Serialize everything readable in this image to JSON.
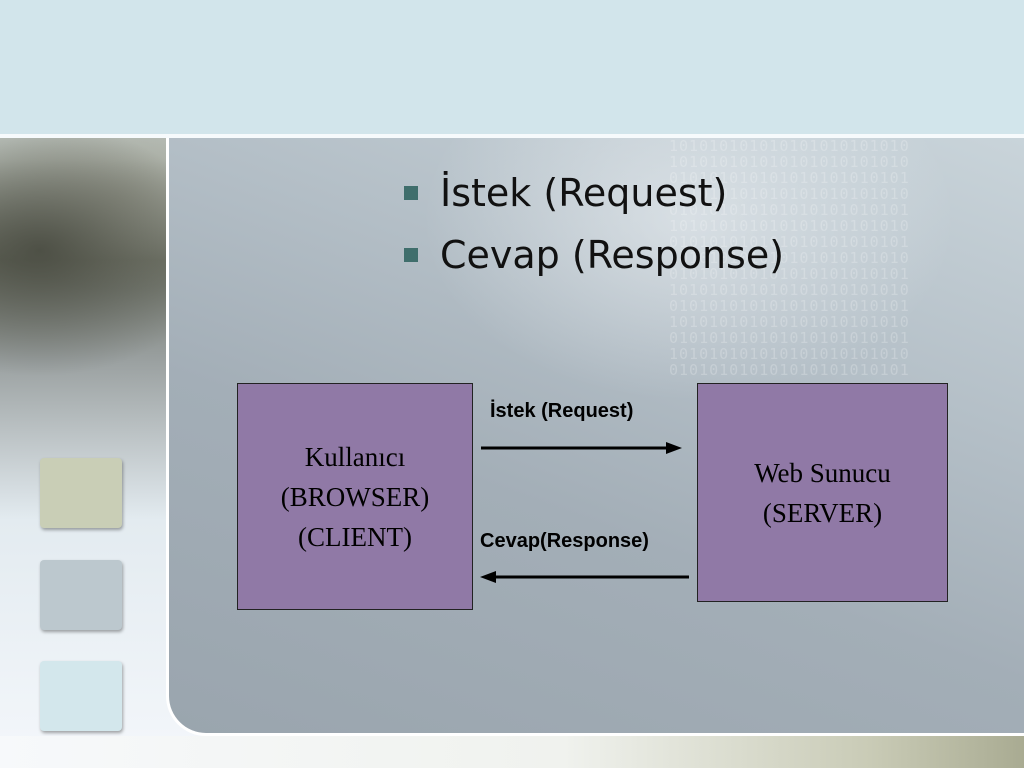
{
  "bullets": [
    {
      "text": "İstek (Request)"
    },
    {
      "text": "Cevap (Response)"
    }
  ],
  "diagram": {
    "client": {
      "lines": [
        "Kullanıcı",
        "(BROWSER)",
        "(CLIENT)"
      ]
    },
    "server": {
      "lines": [
        "Web Sunucu",
        "(SERVER)"
      ]
    },
    "request_label": "İstek (Request)",
    "response_label": "Cevap(Response)"
  },
  "colors": {
    "box_fill": "#9079a6",
    "bullet": "#3f6e6c",
    "top_band": "#d2e5eb"
  }
}
